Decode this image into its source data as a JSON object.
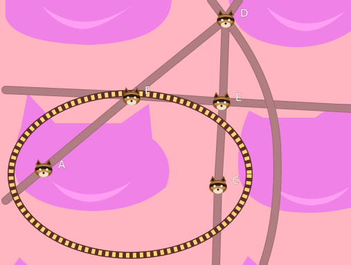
{
  "game": {
    "colors": {
      "background": "#ffb6c1",
      "cat_shape": "#f081e6",
      "cat_inner": "#ff9ef2",
      "track_bead": "#b07d83",
      "track_shadow": "#9c6b72",
      "ring_dark": "#5a2f28",
      "ring_light": "#ffd37a",
      "label": "#ffffff"
    },
    "stations": [
      {
        "id": "D",
        "label": "D",
        "icon": "raccoon-icon"
      },
      {
        "id": "F",
        "label": "F",
        "icon": "raccoon-icon"
      },
      {
        "id": "E",
        "label": "E",
        "icon": "raccoon-icon"
      },
      {
        "id": "A",
        "label": "A",
        "icon": "raccoon-icon"
      },
      {
        "id": "C",
        "label": "C",
        "icon": "raccoon-icon"
      }
    ],
    "background_decor": "cat-ear-shapes",
    "track_style": "beaded-path",
    "loop_style": "striped-ring"
  }
}
